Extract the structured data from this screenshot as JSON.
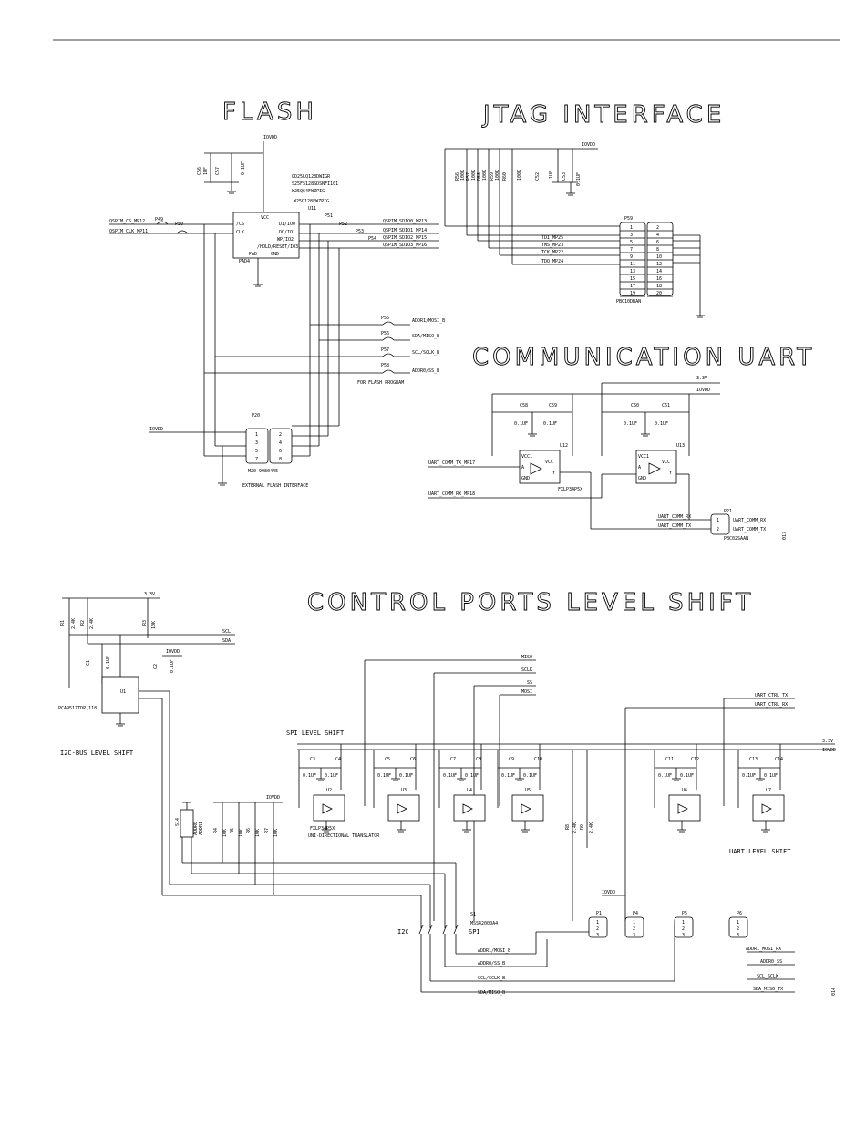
{
  "titles": {
    "flash": "FLASH",
    "jtag": "JTAG INTERFACE",
    "uart": "COMMUNICATION UART",
    "control": "CONTROL PORTS LEVEL SHIFT"
  },
  "flash": {
    "part_numbers": [
      "GD25LQ128DWIGR",
      "S25FS128SDSNFI101",
      "W25Q64FWZPIG",
      "W25Q128FWZPIG"
    ],
    "ref": "U11",
    "pins_left": [
      "/CS",
      "CLK"
    ],
    "pins_right": [
      "DI/IO0",
      "DO/IO1",
      "WP/IO2",
      "/HOLD/RESET/IO3"
    ],
    "pins_bottom": [
      "PAD",
      "GND"
    ],
    "vcc": "VCC",
    "pad_label": "PAD4",
    "power": "IOVDD",
    "caps": [
      "C56",
      "C57"
    ],
    "cap_values": [
      "1UF",
      "0.1UF"
    ],
    "left_nets": [
      "QSPIM_CS_MP12",
      "QSPIM_CLK_MP11"
    ],
    "left_fuses": [
      "P49",
      "P50"
    ],
    "right_nets": [
      "QSPIM_SDIO0_MP13",
      "QSPIM_SDIO1_MP14",
      "QSPIM_SDIO2_MP15",
      "QSPIM_SDIO3_MP16"
    ],
    "right_fuses": [
      "P51",
      "P52",
      "P53",
      "P54"
    ],
    "prog_fuses": [
      "P55",
      "P56",
      "P57",
      "P58"
    ],
    "prog_nets": [
      "ADDR1/MOSI_B",
      "SDA/MISO_B",
      "SCL/SCLK_B",
      "ADDR0/SS_B"
    ],
    "prog_note": "FOR FLASH PROGRAM",
    "header_ref": "P20",
    "header_part": "M20-9980445",
    "header_note": "EXTERNAL FLASH INTERFACE",
    "header_pins_left": [
      "1",
      "3",
      "5",
      "7"
    ],
    "header_pins_right": [
      "2",
      "4",
      "6",
      "8"
    ],
    "header_power": "IOVDD"
  },
  "jtag": {
    "power": "IOVDD",
    "resistors": [
      "R56",
      "R57",
      "R58",
      "R59",
      "R60"
    ],
    "resistor_values": [
      "100K",
      "100K",
      "100K",
      "100K",
      "100K"
    ],
    "caps": [
      "C52",
      "C53"
    ],
    "cap_values": [
      "1UF",
      "0.1UF"
    ],
    "header_ref": "P59",
    "header_part": "PBC10DBAN",
    "nets": [
      "TDI_MP25",
      "TMS_MP23",
      "TCK_MP22",
      "TDO_MP24"
    ],
    "pins_left": [
      "1",
      "3",
      "5",
      "7",
      "9",
      "11",
      "13",
      "15",
      "17",
      "19"
    ],
    "pins_right": [
      "2",
      "4",
      "6",
      "8",
      "10",
      "12",
      "14",
      "16",
      "18",
      "20"
    ]
  },
  "uart": {
    "rail_33": "3.3V",
    "rail_io": "IOVDD",
    "caps": [
      "C58",
      "C59",
      "C60",
      "C61"
    ],
    "cap_value": "0.1UF",
    "u_left": "U12",
    "u_right": "U13",
    "ic_pins": [
      "VCC1",
      "A",
      "GND",
      "VCC",
      "Y"
    ],
    "tx_net": "UART_COMM_TX_MP17",
    "rx_net": "UART_COMM_RX_MP18",
    "part": "FXLP34P5X",
    "header_ref": "P21",
    "header_part": "PBC02SAAN",
    "header_nets": [
      "UART_COMM_RX",
      "UART_COMM_TX"
    ],
    "header_pins": [
      "1",
      "2"
    ],
    "page_mark": "013"
  },
  "control": {
    "rail_33": "3.3V",
    "i2c_resistors": [
      "R1",
      "R2",
      "R3"
    ],
    "i2c_values": [
      "2.4K",
      "2.4K",
      "10K"
    ],
    "i2c_caps": [
      "C1",
      "C2"
    ],
    "i2c_cap_value": "0.1UF",
    "i2c_nets": [
      "SCL",
      "SDA"
    ],
    "i2c_power": "IOVDD",
    "i2c_ic": "U1",
    "i2c_part": "PCA9517TDP,118",
    "i2c_label": "I2C-BUS LEVEL SHIFT",
    "spi_nets": [
      "MISO",
      "SCLK",
      "SS",
      "MOSI"
    ],
    "spi_label": "SPI LEVEL SHIFT",
    "spi_ics": [
      "U2",
      "U3",
      "U4",
      "U5"
    ],
    "spi_caps": [
      "C3",
      "C4",
      "C5",
      "C6",
      "C7",
      "C8",
      "C9",
      "C10"
    ],
    "cap_value": "0.1UF",
    "spi_part": "FXLP34P5X",
    "spi_note": "UNI-DIRECTIONAL TRANSLATOR",
    "switch_ref": "S1",
    "switch_part": "MSS42000A4",
    "switch_labels": [
      "I2C",
      "SPI"
    ],
    "dip_ref": "S14",
    "addr_labels": [
      "ADDR0",
      "ADDR1"
    ],
    "resistors": [
      "R4",
      "R5",
      "R6",
      "R7"
    ],
    "res_value": "10K",
    "iovdd": "IOVDD",
    "uart_nets": [
      "UART_CTRL_TX",
      "UART_CTRL_RX"
    ],
    "uart_ics": [
      "U6",
      "U7"
    ],
    "uart_caps": [
      "C11",
      "C12",
      "C13",
      "C14"
    ],
    "uart_label": "UART LEVEL SHIFT",
    "uart_resistors": [
      "R8",
      "R9"
    ],
    "uart_res_value": "2.4K",
    "rails_right": [
      "3.3V",
      "IOVDD"
    ],
    "headers": [
      "P1",
      "P4",
      "P5",
      "P6"
    ],
    "bottom_nets": [
      "ADDR1/MOSI_B",
      "ADDR0/SS_B",
      "SCL/SCLK_B",
      "SDA/MISO_B"
    ],
    "right_nets": [
      "ADDR1_MOSI_RX",
      "ADDR0_SS",
      "SCL_SCLK",
      "SDA_MISO_TX"
    ],
    "page_mark": "014"
  }
}
